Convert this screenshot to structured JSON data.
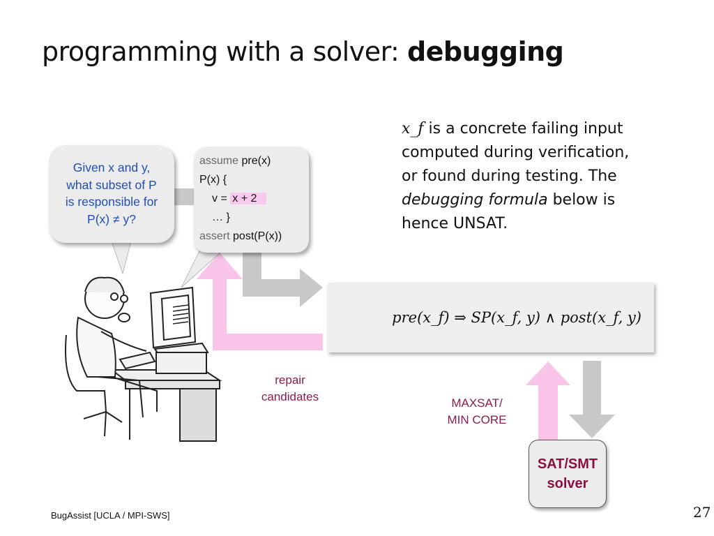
{
  "slide": {
    "title_prefix": "programming with a solver:",
    "title_emphasis": "debugging",
    "question": [
      "Given x and y,",
      "what subset of P",
      "is responsible for",
      "P(x) ≠ y?"
    ],
    "code": {
      "assume_kw": "assume",
      "assume_expr": "pre(x)",
      "func_open": "P(x) {",
      "assign_prefix": "v =",
      "assign_expr": "x + 2",
      "ellipsis": "… }",
      "assert_kw": "assert",
      "assert_expr": "post(P(x))"
    },
    "paragraph": {
      "var": "x_f",
      "text_1": " is a concrete failing input",
      "text_2": "computed during verification,",
      "text_3": "or found during testing.  The",
      "text_4_em": "debugging formula",
      "text_4_rest": " below is",
      "text_5": "hence UNSAT."
    },
    "formula": "pre(x_f) ⇒ SP(x_f, y) ∧ post(x_f, y)",
    "repair_label": [
      "repair",
      "candidates"
    ],
    "maxsat_label": [
      "MAXSAT/",
      "MIN CORE"
    ],
    "solver_label": [
      "SAT/SMT",
      "solver"
    ],
    "footer_credit": "BugAssist [UCLA / MPI-SWS]",
    "page_number": "27"
  },
  "colors": {
    "question_text": "#1f4fb4",
    "label_text": "#8b1c4f",
    "solver_text": "#8b1040",
    "pink_arrow": "#fac3e8",
    "gray_arrow": "#c8c8c8",
    "highlight": "#f7c9ec"
  }
}
